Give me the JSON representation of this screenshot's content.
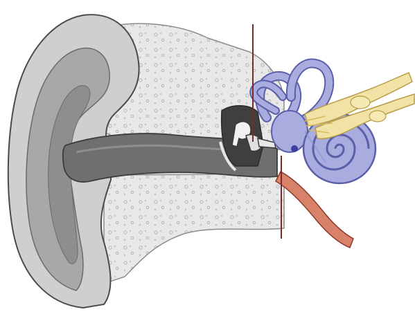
{
  "diagram": {
    "subject": "ear-anatomy-cross-section",
    "regions": [
      "outer-ear",
      "middle-ear",
      "inner-ear"
    ],
    "colors": {
      "skin": "#c8c8c8",
      "skin_dark": "#9a9a9a",
      "skin_outline": "#4a4a4a",
      "bone": "#e6e6e6",
      "canal": "#6f6f6f",
      "inner_ear": "#a9acdf",
      "inner_ear_outline": "#5a5fa8",
      "nerve": "#f1e3a6",
      "tube": "#d9826a",
      "divider": "#7a2a2a"
    }
  }
}
